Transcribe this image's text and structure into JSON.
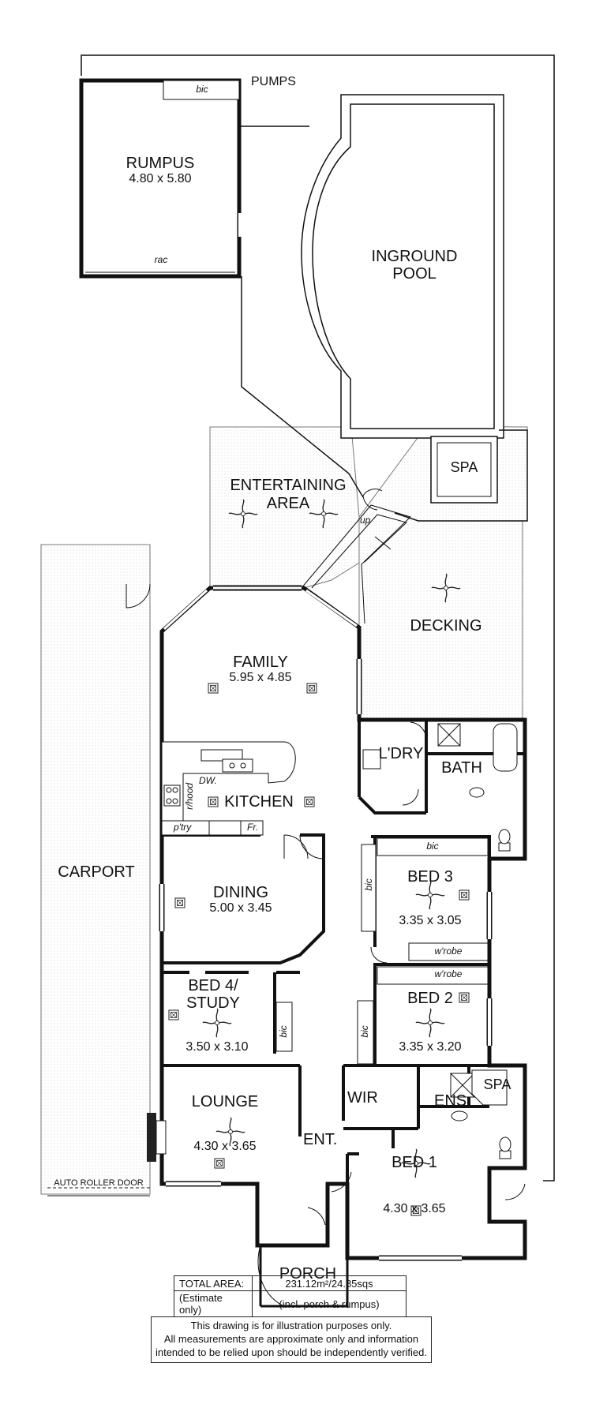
{
  "rooms": {
    "rumpus": {
      "name": "RUMPUS",
      "dim": "4.80 x 5.80"
    },
    "pumps": "PUMPS",
    "pool": {
      "line1": "INGROUND",
      "line2": "POOL"
    },
    "spa_outdoor": "SPA",
    "entertaining": {
      "line1": "ENTERTAINING",
      "line2": "AREA"
    },
    "up": "up",
    "decking": "DECKING",
    "carport": "CARPORT",
    "auto_roller_door": "AUTO ROLLER DOOR",
    "family": {
      "name": "FAMILY",
      "dim": "5.95 x 4.85"
    },
    "kitchen": "KITCHEN",
    "laundry": "L'DRY",
    "bath": "BATH",
    "dining": {
      "name": "DINING",
      "dim": "5.00 x 3.45"
    },
    "bed3": {
      "name": "BED 3",
      "dim": "3.35 x 3.05"
    },
    "bed2": {
      "name": "BED 2",
      "dim": "3.35 x 3.20"
    },
    "bed4": {
      "line1": "BED 4/",
      "line2": "STUDY",
      "dim": "3.50 x 3.10"
    },
    "lounge": {
      "name": "LOUNGE",
      "dim": "4.30 x 3.65"
    },
    "ent": "ENT.",
    "wir": "WIR",
    "ens": "ENS.",
    "spa_ensuite": "SPA",
    "bed1": {
      "name": "BED 1",
      "dim": "4.30 x 3.65"
    },
    "porch": "PORCH"
  },
  "fixtures": {
    "bic": "bic",
    "rac": "rac",
    "dw": "DW.",
    "rhood": "r/hood",
    "ptry": "p'try",
    "fr": "Fr.",
    "wrobe": "w'robe"
  },
  "area_table": {
    "row1": {
      "label": "TOTAL AREA:",
      "value": "231.12m²/24.85sqs"
    },
    "row2": {
      "label": "(Estimate only)",
      "value": "(incl. porch & rumpus)"
    }
  },
  "disclaimer": {
    "line1": "This drawing is for illustration purposes only.",
    "line2": "All measurements are approximate only and information",
    "line3": "intended to be relied upon should be independently verified."
  }
}
